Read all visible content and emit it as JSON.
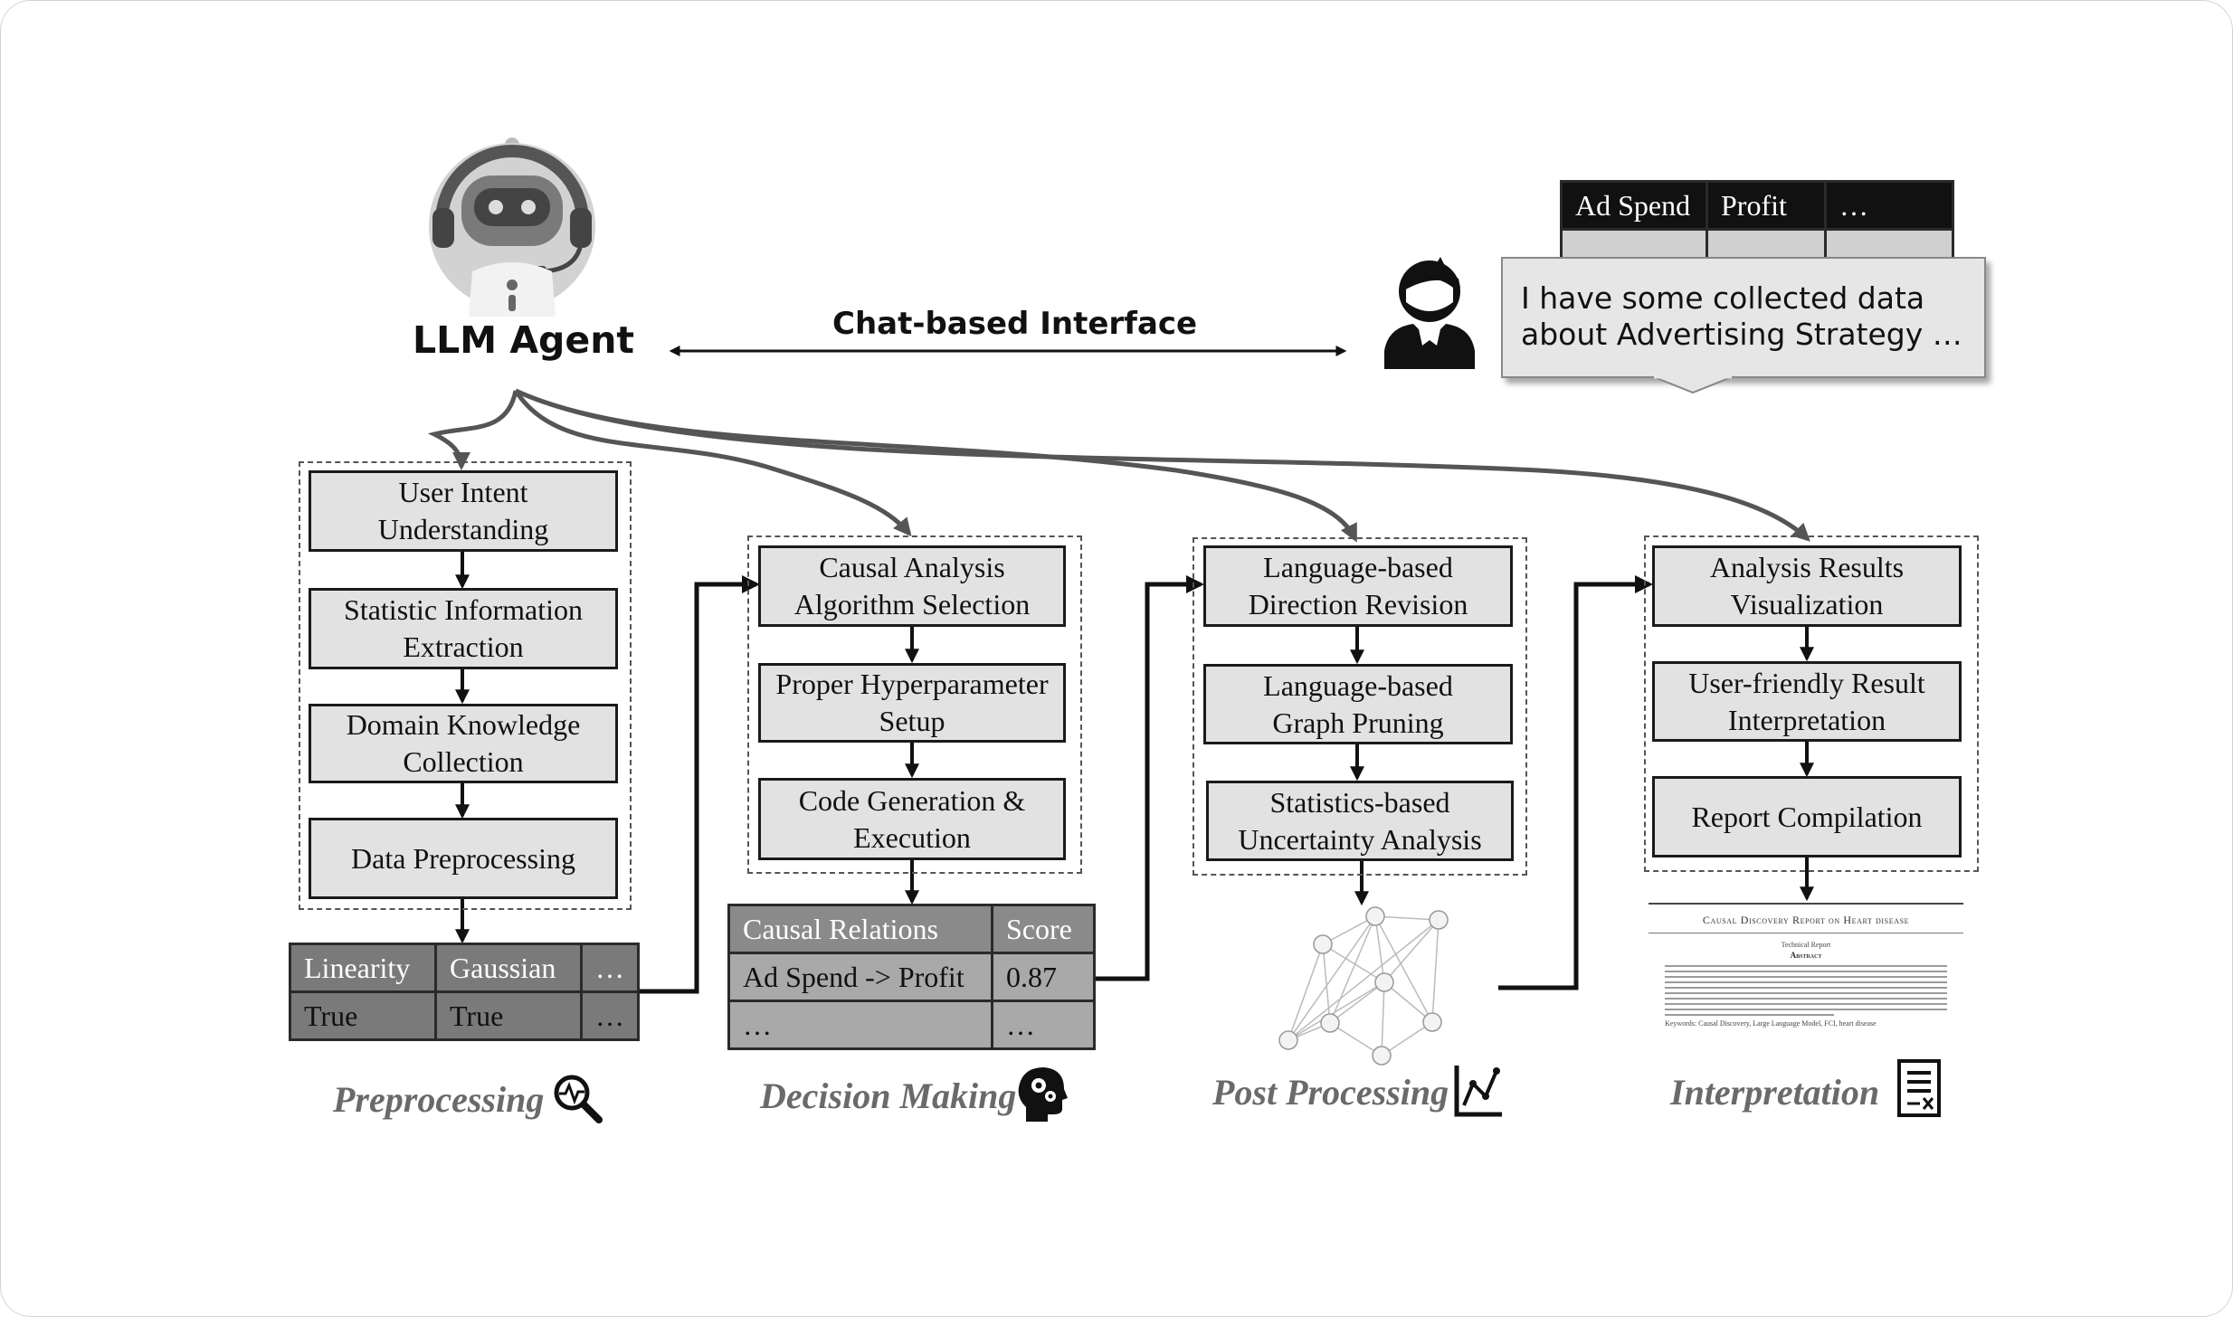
{
  "agent": {
    "title": "LLM Agent"
  },
  "interface": {
    "label": "Chat-based Interface"
  },
  "user_table": {
    "headers": [
      "Ad Spend",
      "Profit",
      "…"
    ],
    "row": [
      "…",
      "…",
      "…"
    ]
  },
  "user_message": {
    "line1": "I have some collected data",
    "line2": "about Advertising Strategy …"
  },
  "stages": [
    {
      "label": "Preprocessing",
      "icon": "magnifier-pulse-icon",
      "boxes": [
        "User Intent\nUnderstanding",
        "Statistic Information\nExtraction",
        "Domain Knowledge\nCollection",
        "Data Preprocessing"
      ]
    },
    {
      "label": "Decision Making",
      "icon": "head-gears-icon",
      "boxes": [
        "Causal Analysis\nAlgorithm Selection",
        "Proper Hyperparameter\nSetup",
        "Code Generation &\nExecution"
      ]
    },
    {
      "label": "Post Processing",
      "icon": "line-chart-icon",
      "boxes": [
        "Language-based\nDirection Revision",
        "Language-based\nGraph Pruning",
        "Statistics-based\nUncertainty Analysis"
      ]
    },
    {
      "label": "Interpretation",
      "icon": "report-document-icon",
      "boxes": [
        "Analysis Results\nVisualization",
        "User-friendly Result\nInterpretation",
        "Report Compilation"
      ]
    }
  ],
  "pre_table": {
    "headers": [
      "Linearity",
      "Gaussian",
      "…"
    ],
    "row": [
      "True",
      "True",
      "…"
    ]
  },
  "decision_table": {
    "headers": [
      "Causal Relations",
      "Score"
    ],
    "rows": [
      [
        "Ad Spend -> Profit",
        "0.87"
      ],
      [
        "…",
        "…"
      ]
    ]
  },
  "report": {
    "title": "Causal Discovery Report on Heart disease",
    "subtitle": "Technical Report",
    "abstract_heading": "Abstract",
    "keywords": "Keywords: Causal Discovery, Large Language Model, FCI, heart disease"
  },
  "colors": {
    "box_fill": "#e2e2e2",
    "border": "#1a1a1a",
    "table_gray": "#7a7a7a",
    "stage_label": "#6a6a6a"
  }
}
